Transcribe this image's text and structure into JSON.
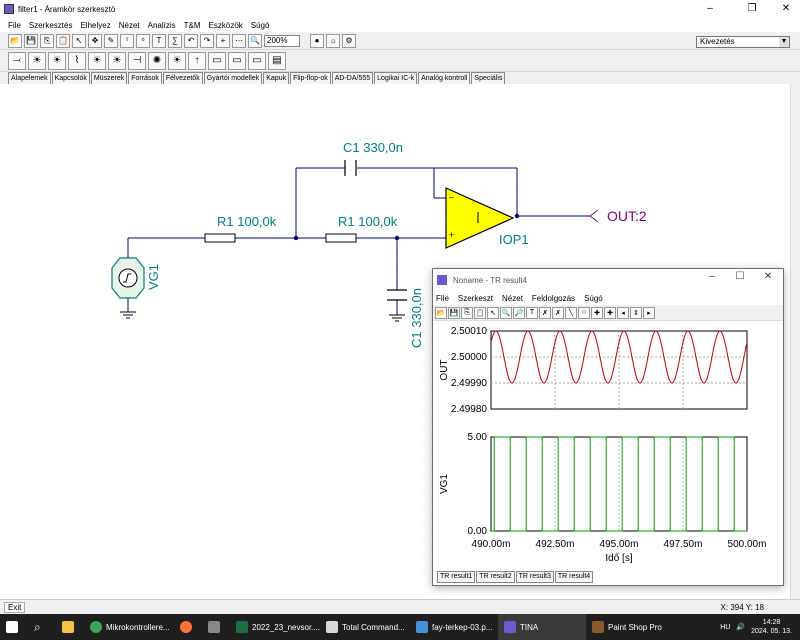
{
  "window": {
    "title": "filter1 - Áramkör szerkesztö"
  },
  "menu": [
    "File",
    "Szerkesztés",
    "Elhelyez",
    "Nézet",
    "Analízis",
    "T&M",
    "Eszközök",
    "Súgó"
  ],
  "toolbar": {
    "zoom": "200%",
    "mode_combo": "Kivezetés"
  },
  "component_tabs": [
    "Alapelemek",
    "Kapcsolók",
    "Müszerek",
    "Források",
    "Félvezetők",
    "Gyártói modellek",
    "Kapuk",
    "Flip-flop-ok",
    "AD-DA/555",
    "Logikai IC-k",
    "Analóg kontroll",
    "Speciális"
  ],
  "schematic": {
    "c1_top": "C1 330,0n",
    "r1_left": "R1 100,0k",
    "r1_right": "R1 100,0k",
    "c1_bottom": "C1 330,0n",
    "source": "VG1",
    "opamp": "IOP1",
    "opamp_minus": "–",
    "opamp_plus": "+",
    "output": "OUT:2",
    "colors": {
      "label": "#008080",
      "output": "#800080",
      "wire": "#000080",
      "opamp_fill": "#ffff00"
    }
  },
  "result_window": {
    "title": "Noname - TR result4",
    "menu": [
      "File",
      "Szerkeszt",
      "Nézet",
      "Feldolgozás",
      "Súgó"
    ],
    "tabs": [
      "TR result1",
      "TR result2",
      "TR result3",
      "TR result4"
    ]
  },
  "chart_data": [
    {
      "type": "line",
      "ylabel": "OUT",
      "ylim": [
        2.4998,
        2.5001
      ],
      "yticks": [
        "2.50010",
        "2.50000",
        "2.49990",
        "2.49980"
      ],
      "xlim": [
        0.49,
        0.5
      ],
      "series": [
        {
          "color": "#c00000",
          "amplitude": 0.0001,
          "center": 2.5,
          "cycles": 8
        }
      ],
      "grid": true
    },
    {
      "type": "line",
      "ylabel": "VG1",
      "xlabel": "Idő [s]",
      "ylim": [
        0,
        5
      ],
      "yticks": [
        "5.00",
        "0.00"
      ],
      "xticks": [
        "490.00m",
        "492.50m",
        "495.00m",
        "497.50m",
        "500.00m"
      ],
      "xlim": [
        0.49,
        0.5
      ],
      "series": [
        {
          "color": "#00a000",
          "kind": "square",
          "high": 5,
          "low": 0,
          "cycles": 8
        }
      ],
      "grid": true
    }
  ],
  "statusbar": {
    "tab": "Exit",
    "coords": "X: 394  Y: 18"
  },
  "taskbar": {
    "items": [
      "Mikrokontrollere...",
      "",
      "",
      "2022_23_nevsor....",
      "Total Command...",
      "fay-terkep-03.p...",
      "TINA",
      "Paint Shop Pro"
    ],
    "lang": "HU",
    "time": "14:28",
    "date": "2024. 05. 13."
  }
}
